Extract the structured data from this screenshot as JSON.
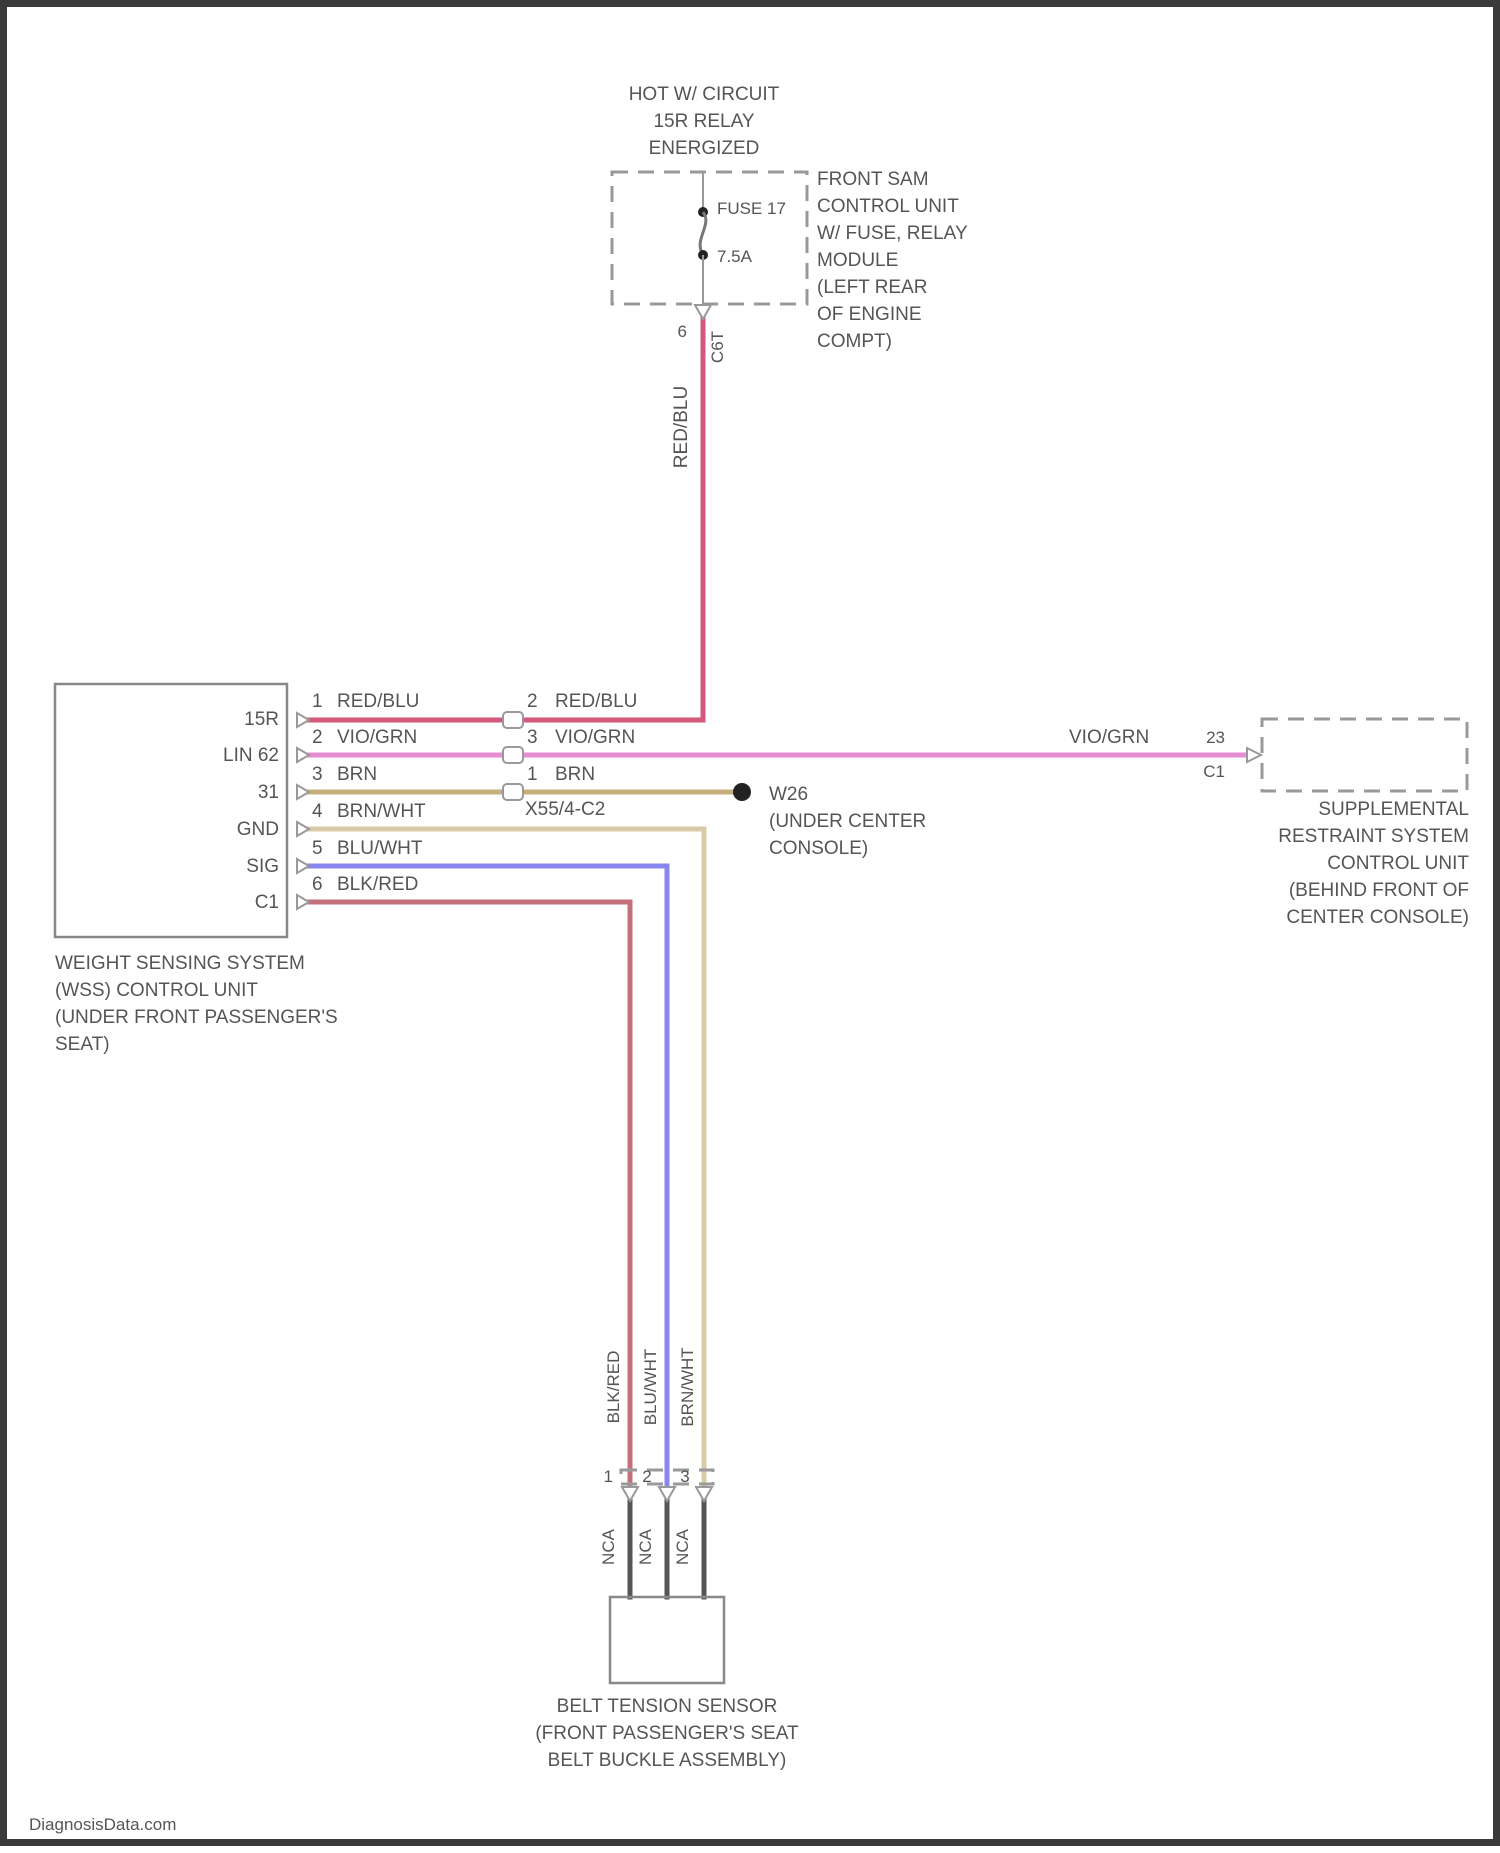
{
  "colors": {
    "red_blu": "#d4587a",
    "vio_grn": "#e58cd2",
    "brn": "#c8b07e",
    "brn_wht": "#d9cba8",
    "blu_wht": "#8a86f0",
    "blk_red": "#c4707a",
    "sensor_leads": "#555555"
  },
  "hot_circuit": {
    "line1": "HOT W/ CIRCUIT",
    "line2": "15R RELAY",
    "line3": "ENERGIZED"
  },
  "fuse": {
    "name": "FUSE 17",
    "rating": "7.5A",
    "pin": "6",
    "connector": "C6T"
  },
  "sam_module": {
    "line1": "FRONT SAM",
    "line2": "CONTROL UNIT",
    "line3": "W/ FUSE, RELAY",
    "line4": "MODULE",
    "line5": "(LEFT REAR",
    "line6": "OF ENGINE",
    "line7": "COMPT)"
  },
  "vertical_wire_label": "RED/BLU",
  "wss_unit": {
    "pins": [
      {
        "label": "15R",
        "num": "1",
        "wire": "RED/BLU"
      },
      {
        "label": "LIN 62",
        "num": "2",
        "wire": "VIO/GRN"
      },
      {
        "label": "31",
        "num": "3",
        "wire": "BRN"
      },
      {
        "label": "GND",
        "num": "4",
        "wire": "BRN/WHT"
      },
      {
        "label": "SIG",
        "num": "5",
        "wire": "BLU/WHT"
      },
      {
        "label": "C1",
        "num": "6",
        "wire": "BLK/RED"
      }
    ],
    "line1": "WEIGHT SENSING SYSTEM",
    "line2": "(WSS) CONTROL UNIT",
    "line3": "(UNDER FRONT PASSENGER'S",
    "line4": "SEAT)"
  },
  "inline_connector": {
    "pins": [
      {
        "num": "2",
        "wire": "RED/BLU"
      },
      {
        "num": "3",
        "wire": "VIO/GRN"
      },
      {
        "num": "1",
        "wire": "BRN"
      }
    ],
    "name": "X55/4-C2"
  },
  "ground": {
    "name": "W26",
    "line1": "(UNDER CENTER",
    "line2": "CONSOLE)"
  },
  "srs_unit": {
    "wire": "VIO/GRN",
    "pin": "23",
    "connector": "C1",
    "line1": "SUPPLEMENTAL",
    "line2": "RESTRAINT SYSTEM",
    "line3": "CONTROL UNIT",
    "line4": "(BEHIND FRONT OF",
    "line5": "CENTER CONSOLE)"
  },
  "belt_sensor": {
    "wires": [
      "BLK/RED",
      "BLU/WHT",
      "BRN/WHT"
    ],
    "pin_nums": [
      "1",
      "2",
      "3"
    ],
    "lead_labels": [
      "NCA",
      "NCA",
      "NCA"
    ],
    "line1": "BELT TENSION SENSOR",
    "line2": "(FRONT PASSENGER'S SEAT",
    "line3": "BELT BUCKLE ASSEMBLY)"
  },
  "watermark": "DiagnosisData.com"
}
